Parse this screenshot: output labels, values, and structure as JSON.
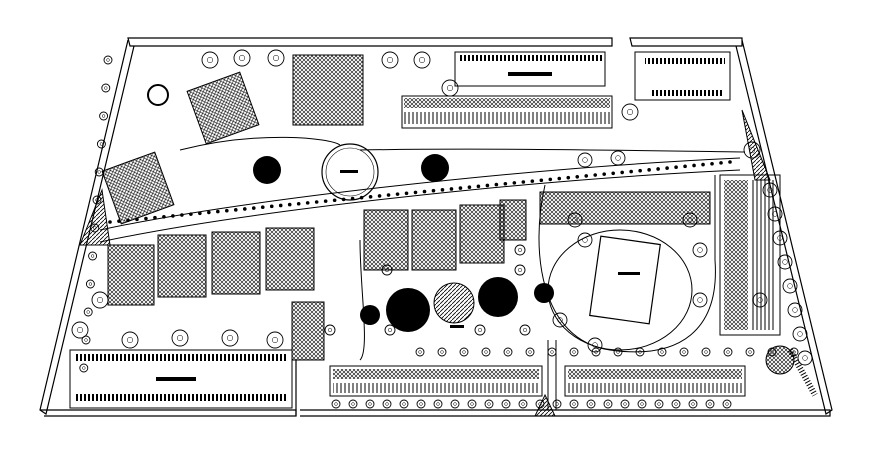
{
  "drawing": {
    "type": "site-master-plan",
    "style": "black-and-white CAD linework",
    "line_color": "#000000",
    "background_color": "#ffffff",
    "text_labels": []
  },
  "elements": {
    "site_boundary": "site-boundary",
    "parking_rows": [
      "parking-row-northeast",
      "parking-row-east",
      "parking-row-southwest"
    ],
    "row_houses": [
      "rowhouse-north",
      "rowhouse-south-a",
      "rowhouse-south-b",
      "rowhouse-east"
    ],
    "apartment_clusters": [
      "apartment-cluster-west",
      "apartment-cluster-central",
      "apartment-cluster-northwest"
    ],
    "amenities": [
      "sports-court",
      "roundabout-north",
      "circular-plaza-trio",
      "playground-southeast"
    ],
    "vegetation": [
      "tree-canopy",
      "hedge-rows"
    ],
    "roads": [
      "diagonal-boulevard",
      "internal-road-loop",
      "south-access-road"
    ]
  }
}
